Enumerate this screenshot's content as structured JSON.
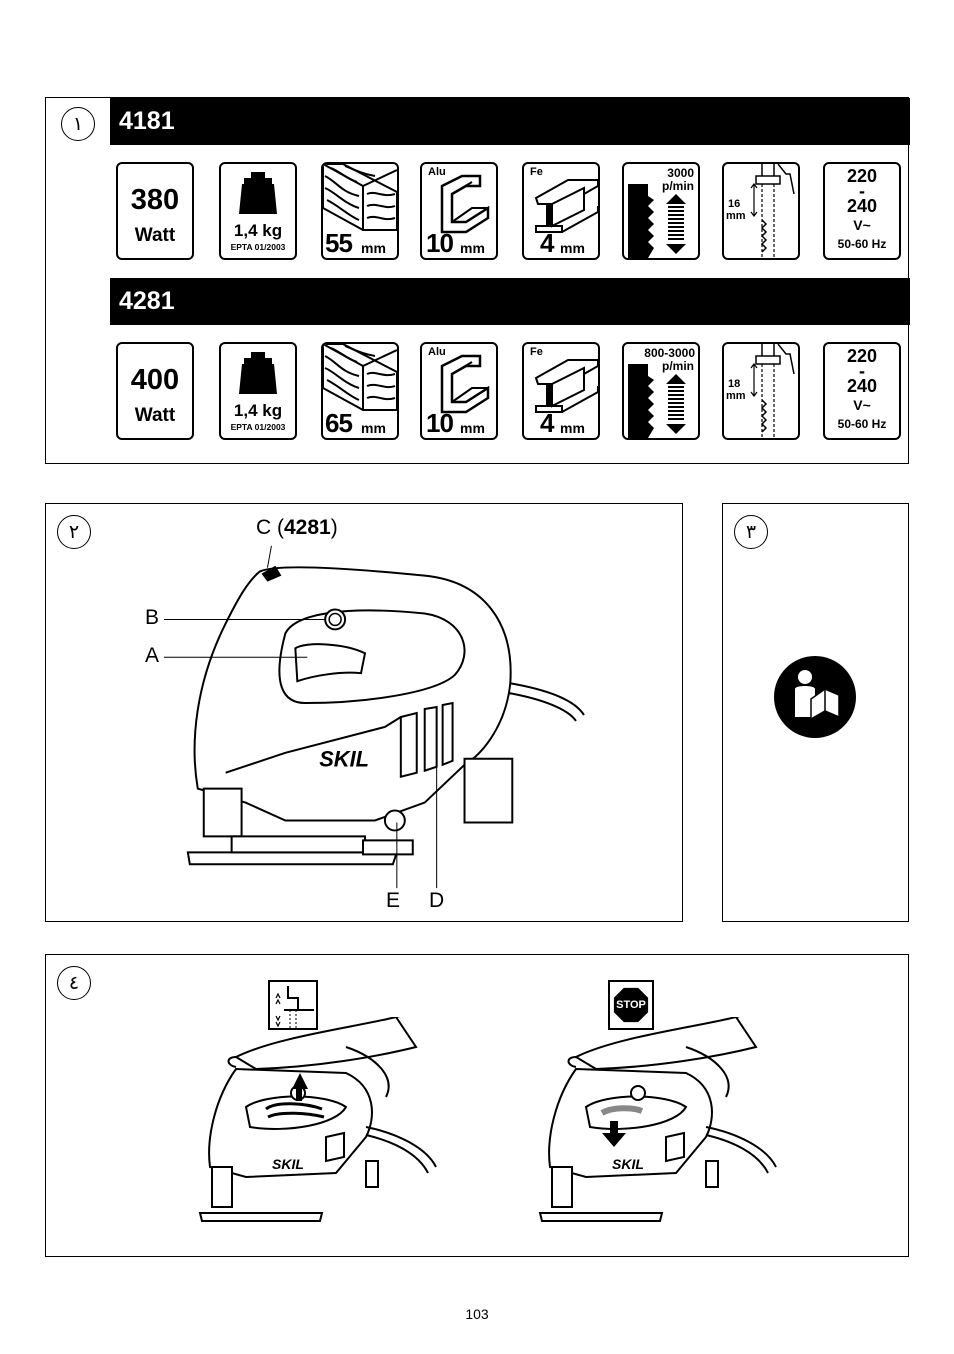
{
  "figures": {
    "fig1": {
      "number": "١",
      "models": [
        {
          "name": "4181",
          "power_value": "380",
          "power_unit": "Watt",
          "weight": "1,4 kg",
          "weight_standard": "EPTA 01/2003",
          "wood_value": "55",
          "wood_unit": "mm",
          "alu_label": "Alu",
          "alu_value": "10",
          "alu_unit": "mm",
          "steel_label": "Fe",
          "steel_value": "4",
          "steel_unit": "mm",
          "speed": "3000",
          "speed_unit": "p/min",
          "stroke_value": "16",
          "stroke_unit": "mm",
          "voltage_low": "220",
          "voltage_sep": "-",
          "voltage_high": "240",
          "voltage_unit": "V~",
          "frequency": "50-60 Hz"
        },
        {
          "name": "4281",
          "power_value": "400",
          "power_unit": "Watt",
          "weight": "1,4 kg",
          "weight_standard": "EPTA 01/2003",
          "wood_value": "65",
          "wood_unit": "mm",
          "alu_label": "Alu",
          "alu_value": "10",
          "alu_unit": "mm",
          "steel_label": "Fe",
          "steel_value": "4",
          "steel_unit": "mm",
          "speed": "800-3000",
          "speed_unit": "p/min",
          "stroke_value": "18",
          "stroke_unit": "mm",
          "voltage_low": "220",
          "voltage_sep": "-",
          "voltage_high": "240",
          "voltage_unit": "V~",
          "frequency": "50-60 Hz"
        }
      ]
    },
    "fig2": {
      "number": "٢",
      "callout_c_prefix": "C (",
      "callout_c_model": "4281",
      "callout_c_suffix": ")",
      "callout_b": "B",
      "callout_a": "A",
      "callout_e": "E",
      "callout_d": "D",
      "brand": "SKIL"
    },
    "fig3": {
      "number": "٣"
    },
    "fig4": {
      "number": "٤",
      "stop_sign": "STOP",
      "brand": "SKIL"
    }
  },
  "page_number": "103",
  "colors": {
    "ink": "#000000",
    "paper": "#ffffff",
    "tool_grey": "#cccccc"
  }
}
